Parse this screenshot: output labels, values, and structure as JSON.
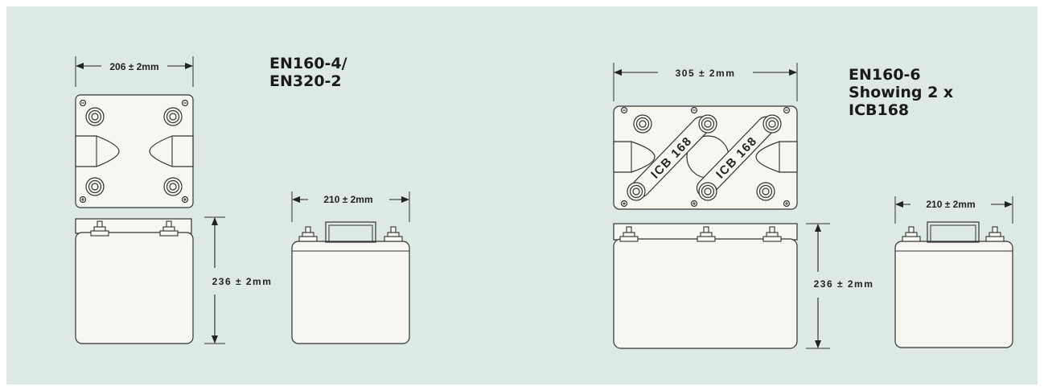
{
  "left_model": {
    "title_lines": [
      "EN160-4/",
      "EN320-2"
    ],
    "top_width": "206 ± 2mm",
    "height": "236 ± 2mm",
    "side_width": "210 ± 2mm"
  },
  "right_model": {
    "title_lines": [
      "EN160-6",
      "Showing 2 x",
      "ICB168"
    ],
    "top_width": "305 ± 2mm",
    "height": "236 ± 2mm",
    "side_width": "210 ± 2mm",
    "connector_label_1": "ICB 168",
    "connector_label_2": "ICB 168"
  },
  "colors": {
    "panel_background": "#dde9e4",
    "battery_fill": "#f7f6f1",
    "line": "#333333"
  }
}
